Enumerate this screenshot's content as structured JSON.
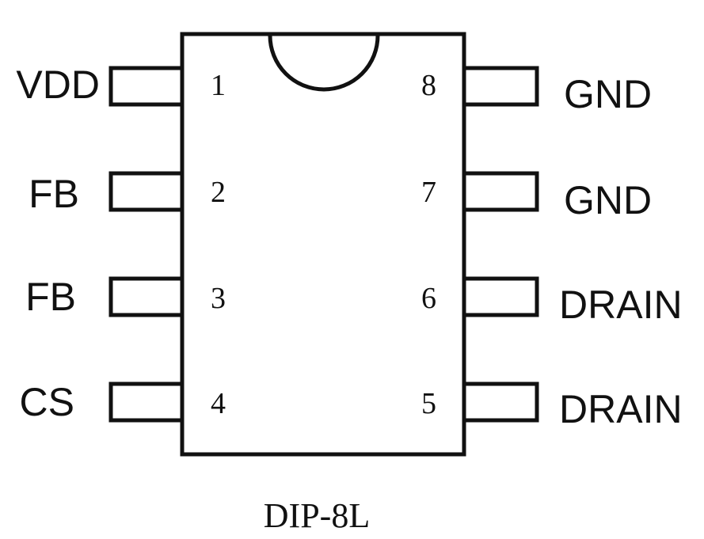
{
  "package": {
    "name": "DIP-8L",
    "line_color": "#111111"
  },
  "left_pins": [
    {
      "number": "1",
      "name": "VDD"
    },
    {
      "number": "2",
      "name": "FB"
    },
    {
      "number": "3",
      "name": "FB"
    },
    {
      "number": "4",
      "name": "CS"
    }
  ],
  "right_pins": [
    {
      "number": "8",
      "name": "GND"
    },
    {
      "number": "7",
      "name": "GND"
    },
    {
      "number": "6",
      "name": "DRAIN"
    },
    {
      "number": "5",
      "name": "DRAIN"
    }
  ]
}
